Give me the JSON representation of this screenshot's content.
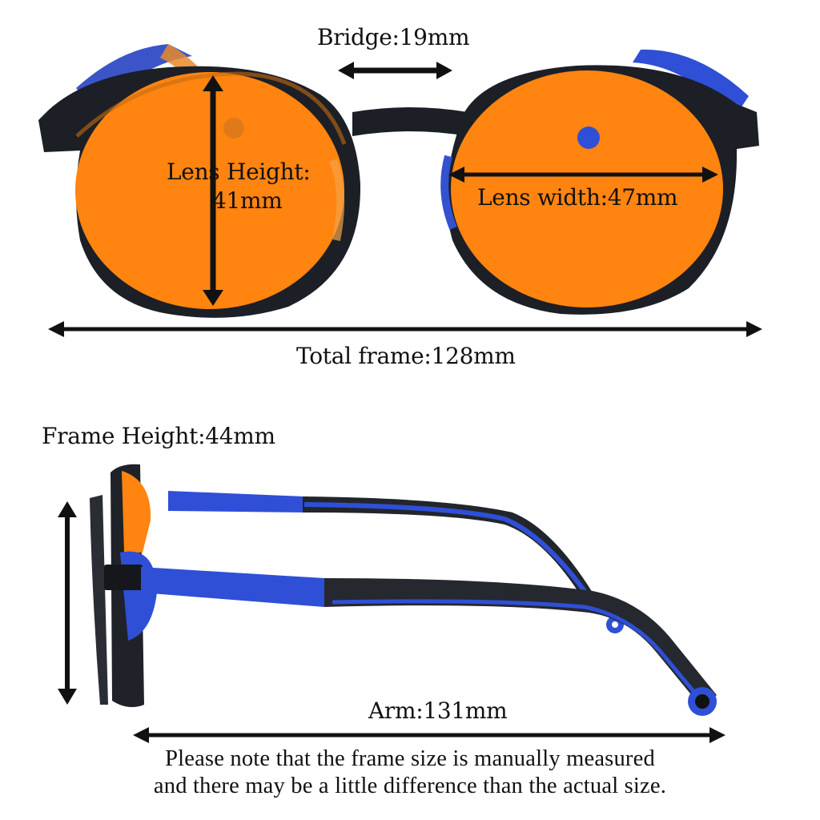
{
  "diagram": {
    "subject": "Round glasses with orange lenses and black/blue frame",
    "colors": {
      "lens_orange": "#FF8410",
      "frame_black": "#1c1f26",
      "temple_blue": "#2f4fd6",
      "arrow": "#111111",
      "background": "#ffffff"
    },
    "front_view": {
      "bridge_label": "Bridge:19mm",
      "lens_height_label_line1": "Lens Height:",
      "lens_height_label_line2": "41mm",
      "lens_width_label": "Lens width:47mm",
      "total_frame_label": "Total frame:128mm"
    },
    "side_view": {
      "frame_height_label": "Frame Height:44mm",
      "arm_label": "Arm:131mm"
    },
    "note": {
      "line1": "Please note that  the frame size is manually measured",
      "line2": "and there may be a little difference than the actual size."
    }
  }
}
